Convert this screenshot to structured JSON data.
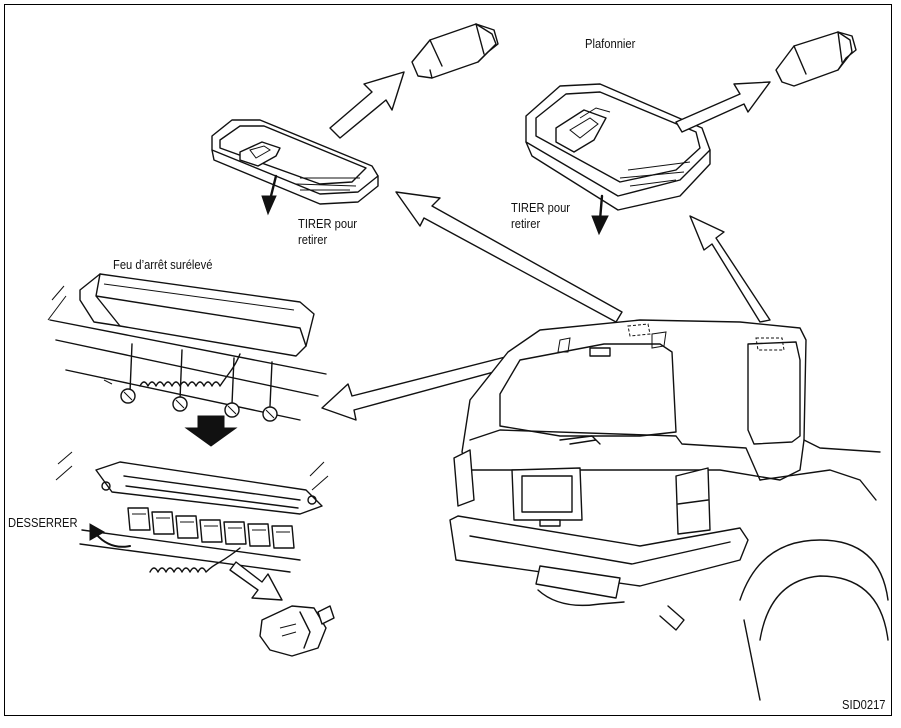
{
  "labels": {
    "plafonnier": "Plafonnier",
    "tirer_left_line1": "TIRER pour",
    "tirer_left_line2": "retirer",
    "tirer_right_line1": "TIRER pour",
    "tirer_right_line2": "retirer",
    "feu_arret": "Feu d’arrêt surélevé",
    "desserrer": "DESSERRER",
    "figure_code": "SID0217"
  }
}
